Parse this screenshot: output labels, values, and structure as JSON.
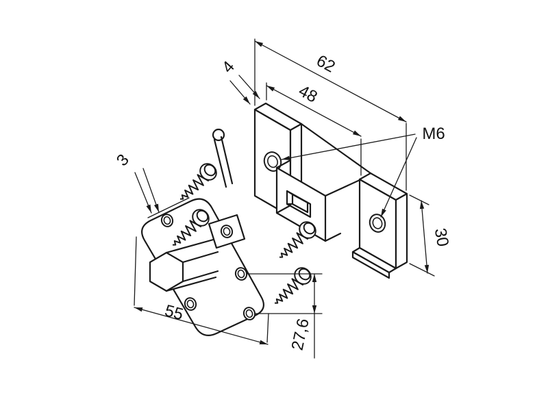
{
  "canvas": {
    "background": "#ffffff",
    "line_color": "#1a1a1a",
    "text_color": "#111111"
  },
  "labels": {
    "d62": "62",
    "d48": "48",
    "d4": "4",
    "m6": "M6",
    "d30": "30",
    "d3": "3",
    "d55": "55",
    "d27_6": "27,6"
  }
}
